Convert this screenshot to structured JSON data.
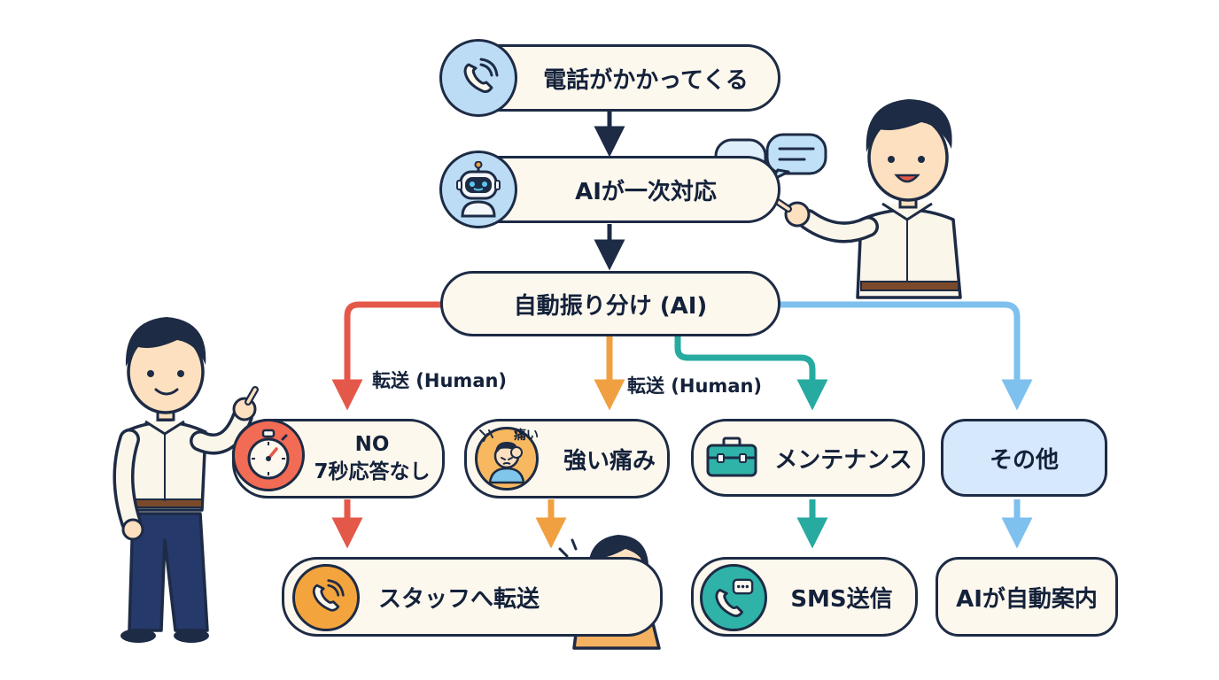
{
  "nodes": {
    "incoming_call": "電話がかかってくる",
    "ai_first_response": "AIが一次対応",
    "auto_routing": "自動振り分け (AI)",
    "no_answer_line1": "NO",
    "no_answer_line2": "7秒応答なし",
    "severe_pain": "強い痛み",
    "pain_tag": "痛い",
    "maintenance": "メンテナンス",
    "other": "その他",
    "transfer_staff": "スタッフへ転送",
    "sms_send": "SMS送信",
    "ai_auto_guide": "AIが自動案内"
  },
  "edge_labels": {
    "transfer_human_left": "転送 (Human)",
    "transfer_human_mid": "転送 (Human)"
  },
  "icons": [
    "phone-icon",
    "robot-icon",
    "speech-bubble-icon",
    "stopwatch-icon",
    "headache-person-icon",
    "toolbox-icon",
    "sms-phone-icon",
    "man-pointing-illustration",
    "woman-on-phone-illustration"
  ],
  "colors": {
    "outline": "#1d2b45",
    "node_fill": "#fdf8ee",
    "red_path": "#e4584a",
    "orange_path": "#f0a040",
    "teal_path": "#27aaa0",
    "blue_path": "#7ec0ee"
  }
}
